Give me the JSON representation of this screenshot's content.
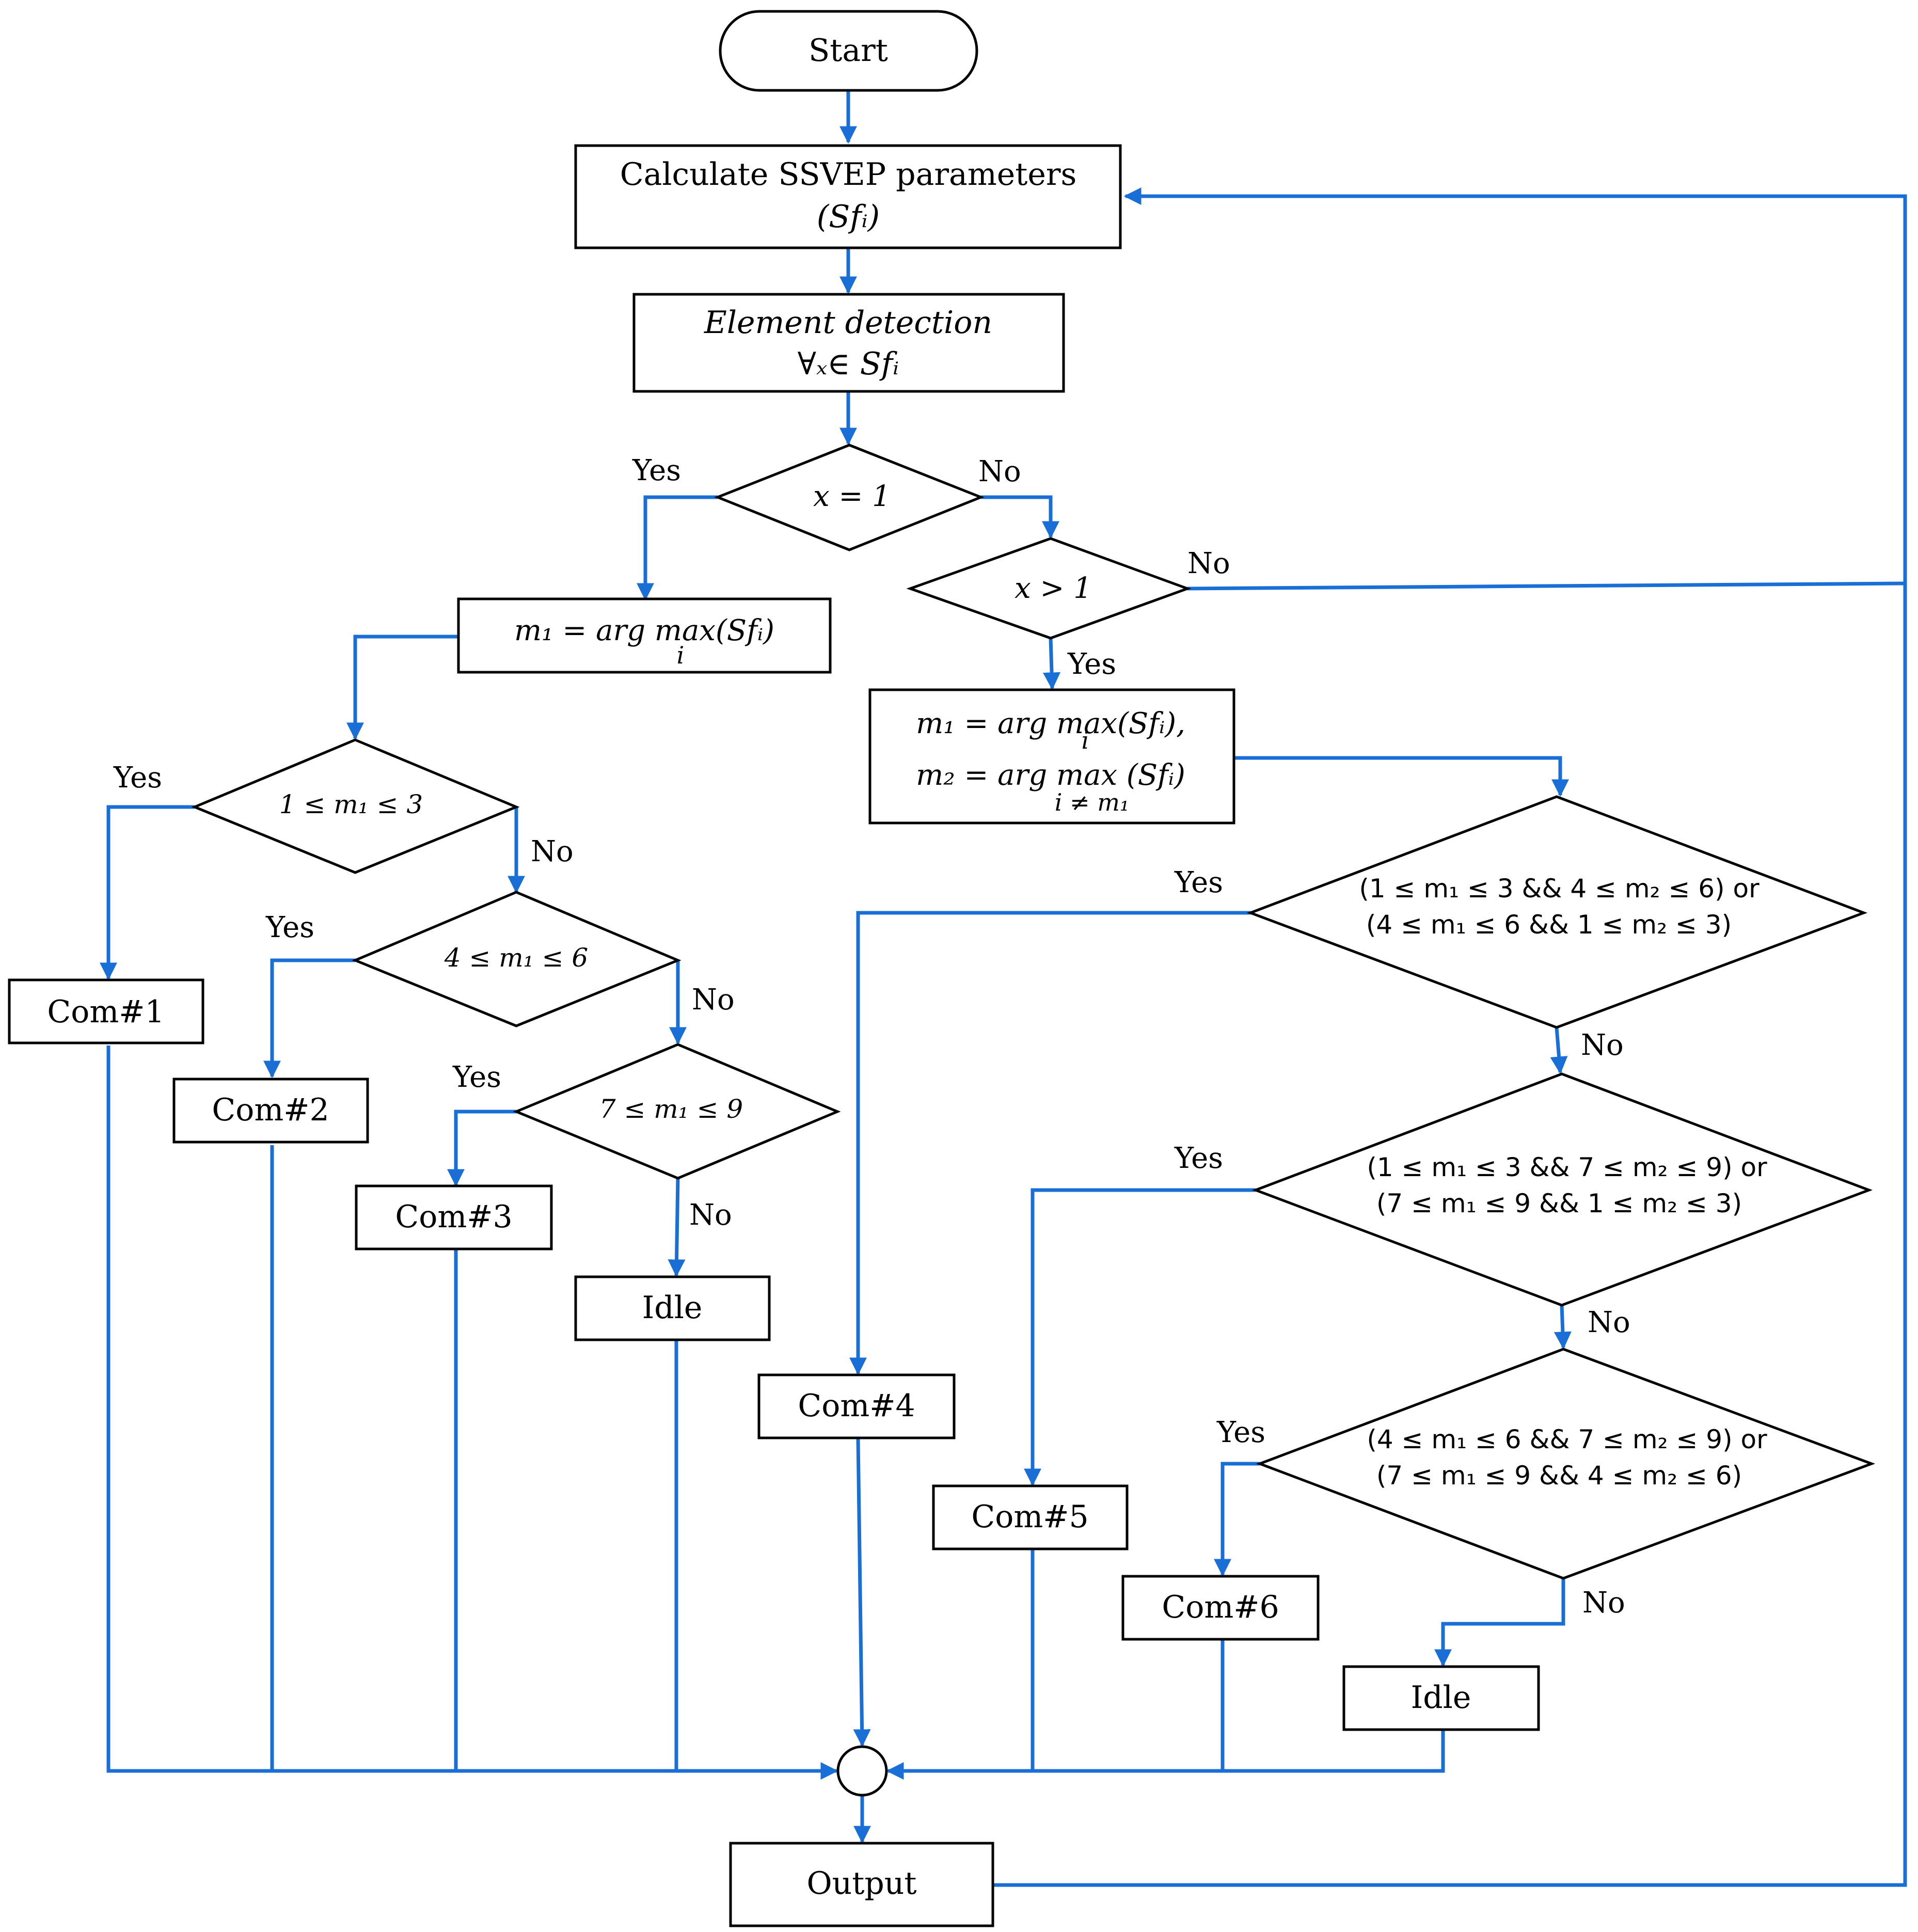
{
  "nodes": {
    "start": "Start",
    "calc_line1": "Calculate SSVEP parameters",
    "calc_line2": "(Sfᵢ)",
    "detect_line1": "Element detection",
    "detect_line2": "∀ₓ∈ Sfᵢ",
    "d_x_eq_1": "x = 1",
    "d_x_gt_1": "x > 1",
    "m1_box": "m₁ =  arg max(Sfᵢ)",
    "m1_sub": "i",
    "m1m2_line1": "m₁ =  arg max(Sfᵢ),",
    "m1m2_sub1": "i",
    "m1m2_line2": "m₂ =  arg  max (Sfᵢ)",
    "m1m2_sub2": "i ≠ m₁",
    "d_m1_1_3": "1 ≤ m₁ ≤ 3",
    "d_m1_4_6": "4 ≤ m₁ ≤ 6",
    "d_m1_7_9": "7 ≤ m₁ ≤ 9",
    "d_pair_a_line1": "(1 ≤ m₁ ≤ 3 && 4 ≤ m₂ ≤ 6) or",
    "d_pair_a_line2": "(4 ≤ m₁ ≤ 6 && 1 ≤ m₂ ≤ 3)",
    "d_pair_b_line1": "(1 ≤ m₁ ≤ 3 && 7 ≤ m₂ ≤ 9) or",
    "d_pair_b_line2": "(7 ≤ m₁ ≤ 9 && 1 ≤ m₂ ≤ 3)",
    "d_pair_c_line1": "(4 ≤ m₁ ≤ 6 && 7 ≤ m₂ ≤ 9) or",
    "d_pair_c_line2": "(7 ≤ m₁ ≤ 9 && 4 ≤ m₂ ≤ 6)",
    "com1": "Com#1",
    "com2": "Com#2",
    "com3": "Com#3",
    "com4": "Com#4",
    "com5": "Com#5",
    "com6": "Com#6",
    "idle_left": "Idle",
    "idle_right": "Idle",
    "output": "Output"
  },
  "edge_labels": {
    "yes_x_eq_1": "Yes",
    "no_x_eq_1": "No",
    "no_x_gt_1": "No",
    "yes_x_gt_1": "Yes",
    "yes_1_3": "Yes",
    "no_1_3": "No",
    "yes_4_6": "Yes",
    "no_4_6": "No",
    "yes_7_9": "Yes",
    "no_7_9": "No",
    "yes_pair_a": "Yes",
    "no_pair_a": "No",
    "yes_pair_b": "Yes",
    "no_pair_b": "No",
    "yes_pair_c": "Yes",
    "no_pair_c": "No"
  },
  "colors": {
    "edge": "#1a6fd6",
    "shape_stroke": "#000000"
  }
}
